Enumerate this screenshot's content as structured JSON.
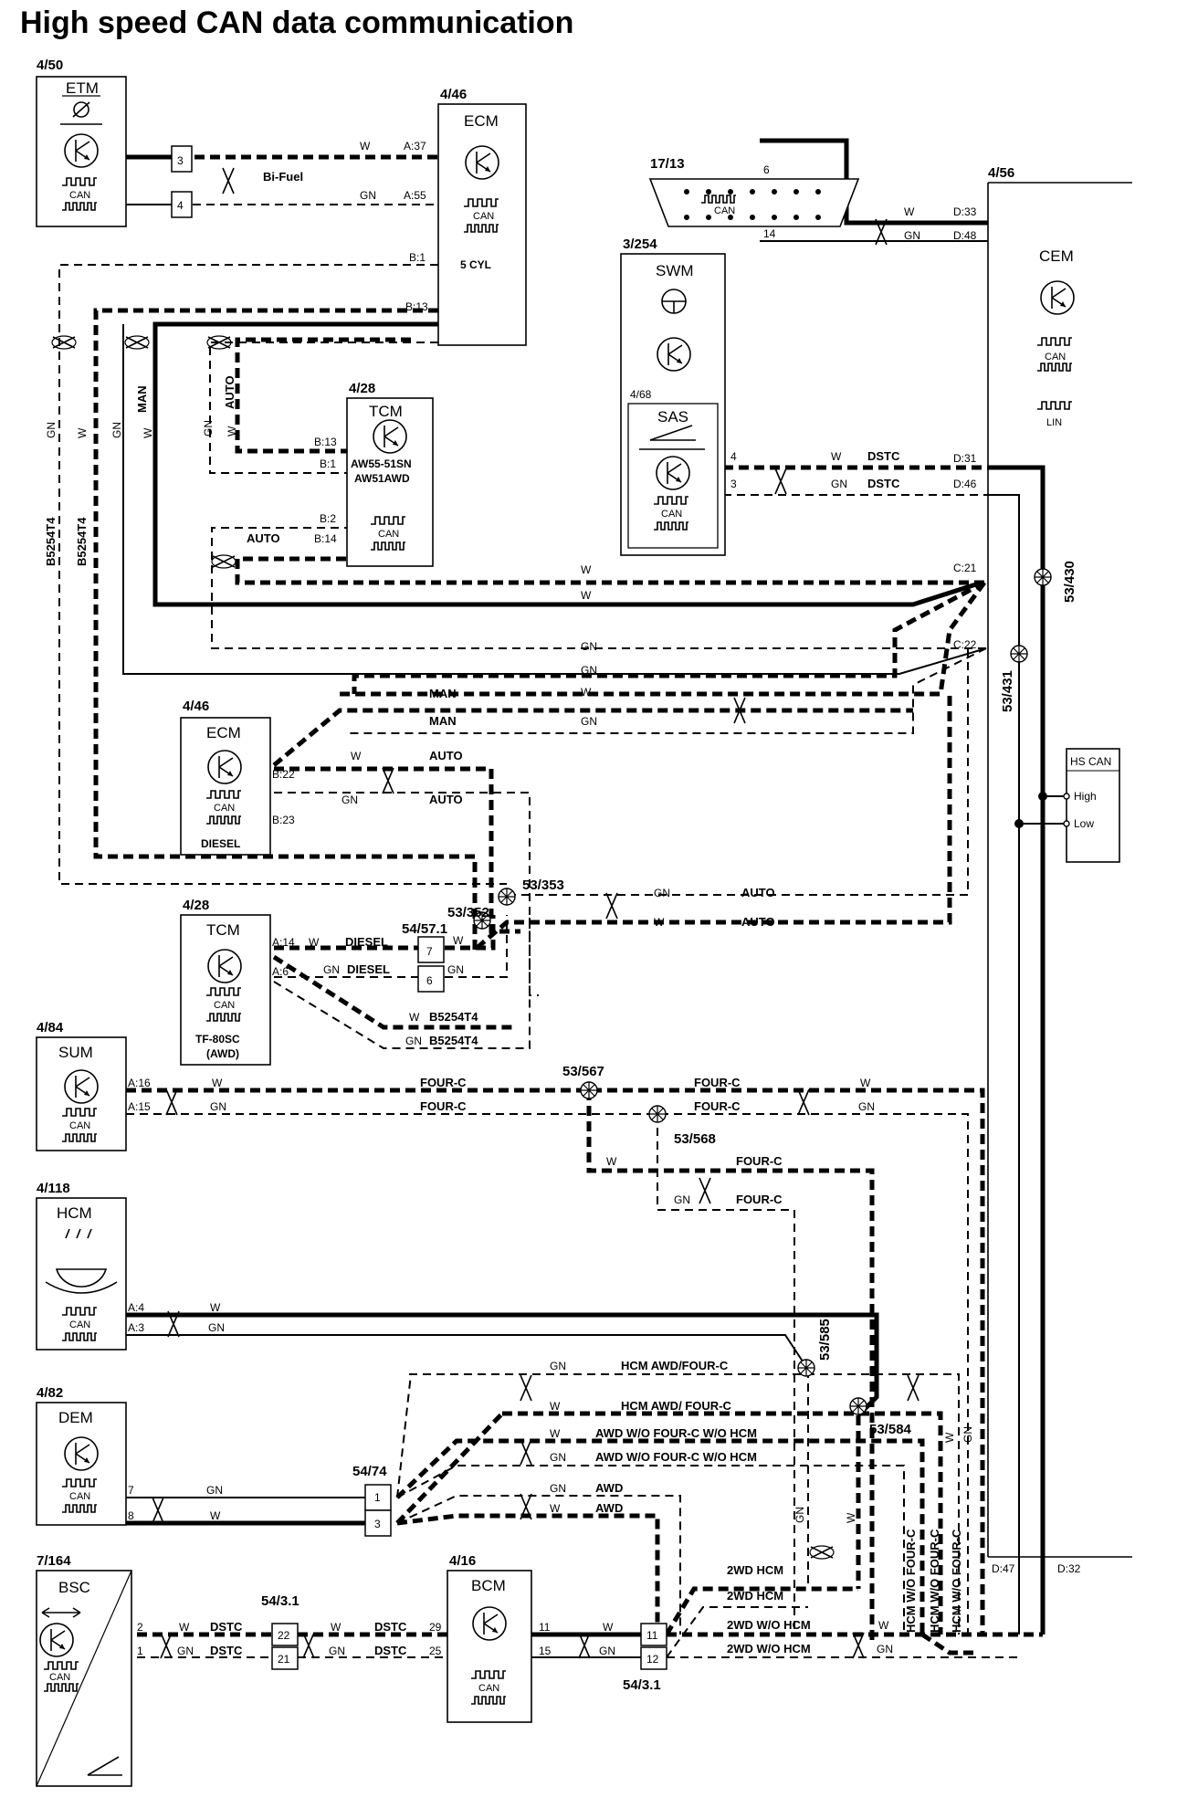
{
  "title": "High speed CAN data communication",
  "icons": [
    "transceiver-icon",
    "can-square-wave-icon",
    "throttle-icon",
    "steering-wheel-icon",
    "steering-angle-icon",
    "headlamp-icon",
    "twist-icon",
    "splice-icon"
  ],
  "modules": {
    "etm": {
      "ref": "4/50",
      "name": "ETM",
      "can": "CAN"
    },
    "ecm_petrol": {
      "ref": "4/46",
      "name": "ECM",
      "can": "CAN",
      "variant": "5 CYL"
    },
    "tcm_aw": {
      "ref": "4/28",
      "name": "TCM",
      "can": "CAN",
      "variant_1": "AW55-51SN",
      "variant_2": "AW51AWD"
    },
    "ecm_diesel": {
      "ref": "4/46",
      "name": "ECM",
      "can": "CAN",
      "variant": "DIESEL"
    },
    "tcm_tf": {
      "ref": "4/28",
      "name": "TCM",
      "can": "CAN",
      "variant_1": "TF-80SC",
      "variant_2": "(AWD)"
    },
    "sum": {
      "ref": "4/84",
      "name": "SUM",
      "can": "CAN"
    },
    "hcm": {
      "ref": "4/118",
      "name": "HCM",
      "can": "CAN"
    },
    "dem": {
      "ref": "4/82",
      "name": "DEM",
      "can": "CAN"
    },
    "bsc": {
      "ref": "7/164",
      "name": "BSC",
      "can": "CAN"
    },
    "bcm": {
      "ref": "4/16",
      "name": "BCM",
      "can": "CAN"
    },
    "swm": {
      "ref": "3/254",
      "name": "SWM"
    },
    "sas": {
      "ref": "4/68",
      "name": "SAS",
      "can": "CAN"
    },
    "cem": {
      "ref": "4/56",
      "name": "CEM",
      "can": "CAN",
      "lin": "LIN"
    },
    "dlc": {
      "ref": "17/13",
      "can": "CAN"
    },
    "hs_can": {
      "name": "HS CAN",
      "high": "High",
      "low": "Low"
    }
  },
  "pins": {
    "etm_3": "3",
    "etm_4": "4",
    "ecm_a37": "A:37",
    "ecm_a55": "A:55",
    "ecm_b1": "B:1",
    "ecm_b13": "B:13",
    "tcm_b13": "B:13",
    "tcm_b1": "B:1",
    "tcm_b2": "B:2",
    "tcm_b14": "B:14",
    "dlc_6": "6",
    "dlc_14": "14",
    "cem_d33": "D:33",
    "cem_d48": "D:48",
    "cem_d31": "D:31",
    "cem_d46": "D:46",
    "cem_c21": "C:21",
    "cem_c22": "C:22",
    "cem_d47": "D:47",
    "cem_d32": "D:32",
    "sas_4": "4",
    "sas_3": "3",
    "ecmd_b22": "B:22",
    "ecmd_b23": "B:23",
    "tcmtf_a14": "A:14",
    "tcmtf_a6": "A:6",
    "conn_7": "7",
    "conn_6": "6",
    "sum_a16": "A:16",
    "sum_a15": "A:15",
    "hcm_a4": "A:4",
    "hcm_a3": "A:3",
    "dem_7": "7",
    "dem_8": "8",
    "c5474_1": "1",
    "c5474_3": "3",
    "bsc_2": "2",
    "bsc_1": "1",
    "c22": "22",
    "c21": "21",
    "bcm_29": "29",
    "bcm_25": "25",
    "bcm_11": "11",
    "bcm_15": "15",
    "c11": "11",
    "c12": "12"
  },
  "connectors": {
    "c5471": "54/57.1",
    "c5474": "54/74",
    "c543a": "54/3.1",
    "c543b": "54/3.1"
  },
  "splices": {
    "s430": "53/430",
    "s431": "53/431",
    "s353": "53/353",
    "s352": "53/352",
    "s567": "53/567",
    "s568": "53/568",
    "s585": "53/585",
    "s584": "53/584"
  },
  "labels": {
    "w": "W",
    "gn": "GN",
    "bifuel": "Bi-Fuel",
    "man": "MAN",
    "auto": "AUTO",
    "b5254t4": "B5254T4",
    "dstc": "DSTC",
    "diesel": "DIESEL",
    "fourc": "FOUR-C",
    "hcm_awd_fourc": "HCM AWD/FOUR-C",
    "hcm_awd_fourc_2": "HCM AWD/ FOUR-C",
    "awd_wo": "AWD W/O FOUR-C W/O HCM",
    "awd": "AWD",
    "twowd_hcm": "2WD HCM",
    "twowd_wo_hcm": "2WD W/O HCM",
    "hcm_wo_fourc": "HCM W/O FOUR-C"
  },
  "colors": {
    "ink": "#000000",
    "paper": "#ffffff"
  }
}
